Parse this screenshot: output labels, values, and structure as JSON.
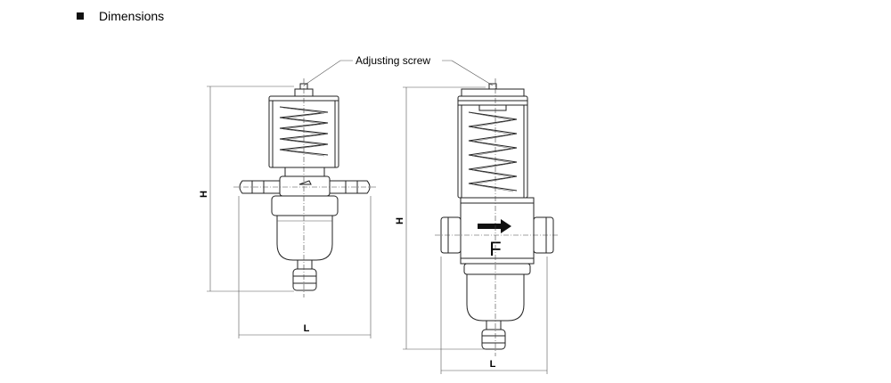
{
  "section": {
    "title": "Dimensions",
    "bullet_icon": "square-bullet-icon"
  },
  "callout": {
    "label": "Adjusting screw"
  },
  "dimensions": {
    "left_height_label": "H",
    "left_length_label": "L",
    "right_height_label": "H",
    "right_length_label": "L"
  },
  "body_mark": {
    "letter": "F",
    "flow_icon": "flow-arrow-icon"
  }
}
